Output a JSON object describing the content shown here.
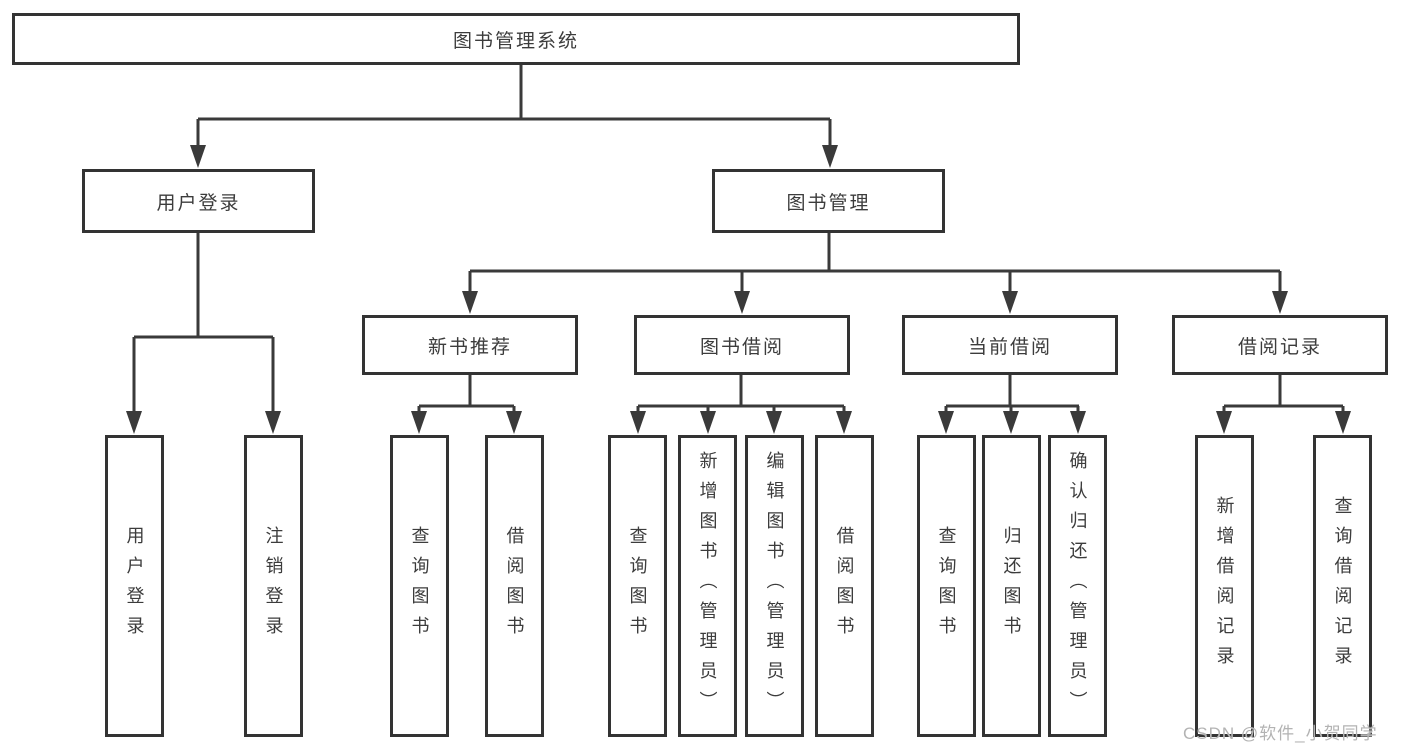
{
  "colors": {
    "background": "#ffffff",
    "line": "#3a3a3a",
    "border": "#333333",
    "text": "#3c3c3c",
    "watermark": "#b3b3b3"
  },
  "nodes": {
    "root": "图书管理系统",
    "level2": [
      "用户登录",
      "图书管理"
    ],
    "level3": [
      "新书推荐",
      "图书借阅",
      "当前借阅",
      "借阅记录"
    ],
    "leaves": [
      "用户登录",
      "注销登录",
      "查询图书",
      "借阅图书",
      "查询图书",
      "新增图书（管理员）",
      "编辑图书（管理员）",
      "借阅图书",
      "查询图书",
      "归还图书",
      "确认归还（管理员）",
      "新增借阅记录",
      "查询借阅记录"
    ]
  },
  "watermark": "CSDN @软件_小贺同学"
}
